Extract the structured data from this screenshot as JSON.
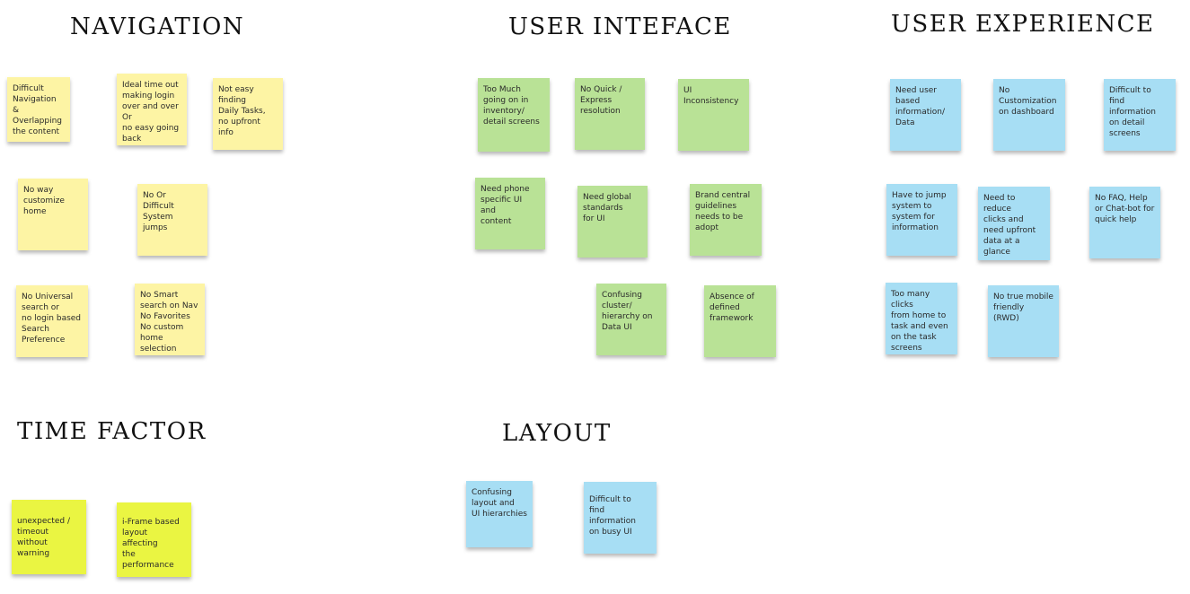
{
  "colors": {
    "yellow": "#fdf4a4",
    "green": "#b9e296",
    "blue": "#a7def4",
    "lime": "#eaf542"
  },
  "navigation": {
    "heading": "NAVIGATION",
    "notes": [
      "Difficult\nNavigation\n& Overlapping\nthe content",
      "Ideal time out\nmaking login\nover and over Or\nno easy going\nback",
      "Not easy\nfinding\nDaily Tasks,\nno upfront\ninfo",
      "No way\ncustomize\nhome",
      "No Or\nDifficult\nSystem\njumps",
      "No Universal\nsearch or\nno login based\nSearch\nPreference",
      "No Smart\nsearch on Nav\nNo Favorites\nNo custom\nhome selection"
    ]
  },
  "user_interface": {
    "heading": "USER INTEFACE",
    "notes": [
      "Too Much\ngoing on in\ninventory/\ndetail screens",
      "No Quick /\nExpress\nresolution",
      "UI\nInconsistency",
      "Need phone\nspecific UI\nand\ncontent",
      "Need global\nstandards\nfor UI",
      "Brand central\nguidelines\nneeds to be\nadopt",
      "Confusing\ncluster/\nhierarchy on\nData UI",
      "Absence of\ndefined\nframework"
    ]
  },
  "user_experience": {
    "heading": "USER EXPERIENCE",
    "notes": [
      "Need user\nbased\ninformation/\nData",
      "No\nCustomization\non dashboard",
      "Difficult to\nfind\ninformation\non detail\nscreens",
      "Have to jump\nsystem to\nsystem for\ninformation",
      "Need to reduce\nclicks and\nneed upfront\ndata at a\nglance",
      "No FAQ, Help\nor Chat-bot for\nquick help",
      "Too many clicks\nfrom home to\ntask and even\non the task\nscreens",
      "No true mobile\nfriendly\n(RWD)"
    ]
  },
  "time_factor": {
    "heading": "TIME FACTOR",
    "notes": [
      "unexpected /\ntimeout without\nwarning",
      "i-Frame based\nlayout\naffecting\nthe performance"
    ]
  },
  "layout": {
    "heading": "LAYOUT",
    "notes": [
      "Confusing\nlayout and\nUI hierarchies",
      "Difficult to\nfind\ninformation\non busy UI"
    ]
  }
}
